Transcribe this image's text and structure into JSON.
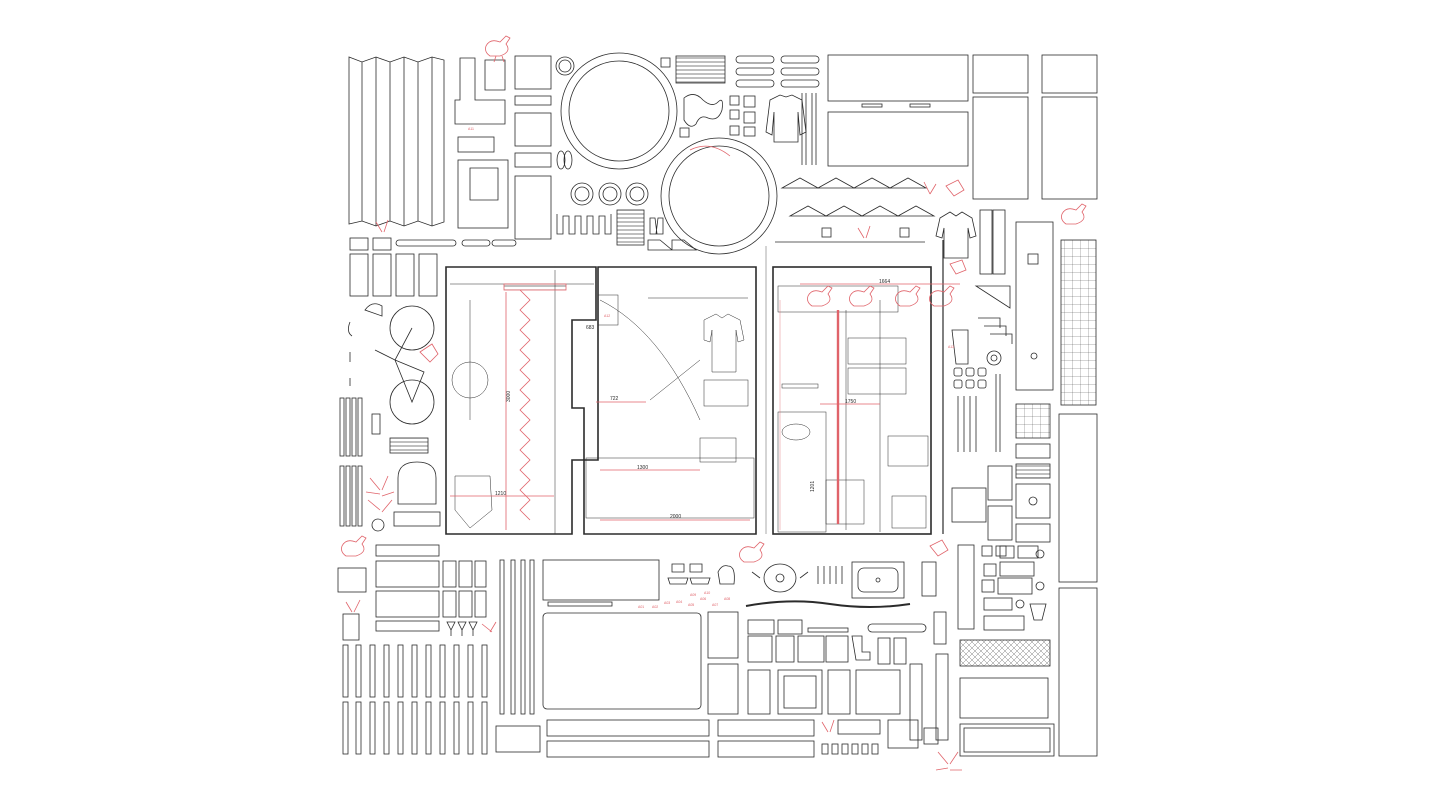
{
  "colors": {
    "line": "#2b2b2b",
    "accent": "#e0636a",
    "background": "#ffffff"
  },
  "dimensions": {
    "d683": "683",
    "d722": "722",
    "d3000": "3000",
    "d1210": "1210",
    "d1300": "1300",
    "d2000": "2000",
    "d1664": "1664",
    "d1750": "1750",
    "d1201": "1201"
  },
  "red_tags": [
    "A01",
    "A02",
    "A03",
    "A04",
    "A05",
    "A06",
    "A07",
    "A08",
    "A09",
    "A10",
    "A11",
    "A12",
    "A13"
  ],
  "icons": [
    "chicken-icon",
    "bicycle-icon",
    "toilet-icon",
    "sink-icon",
    "shirt-icon",
    "plant-icon",
    "pot-icon",
    "kettle-icon",
    "hanger-icon",
    "shoe-icon"
  ]
}
